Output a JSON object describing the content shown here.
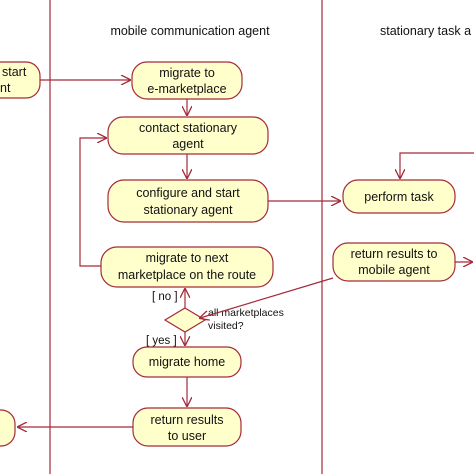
{
  "colors": {
    "node_fill": "#ffffcc",
    "stroke": "#a52a3a",
    "lane_line": "#a52a3a",
    "text": "#111111"
  },
  "lanes": {
    "mobile_title": "mobile communication agent",
    "stationary_title": "stationary task a"
  },
  "nodes": {
    "start_left_line1": "start",
    "start_left_line2": "nt",
    "migrate_line1": "migrate to",
    "migrate_line2": "e-marketplace",
    "contact_line1": "contact stationary",
    "contact_line2": "agent",
    "configure_line1": "configure and start",
    "configure_line2": "stationary agent",
    "next_line1": "migrate to next",
    "next_line2": "marketplace on the route",
    "home": "migrate home",
    "return_user_line1": "return results",
    "return_user_line2": "to user",
    "perform": "perform task",
    "return_mobile_line1": "return results to",
    "return_mobile_line2": "mobile agent"
  },
  "decision": {
    "question_line1": "all marketplaces",
    "question_line2": "visited?",
    "guard_no": "[ no ]",
    "guard_yes": "[ yes ]"
  },
  "icons": {
    "arrowhead": "arrow-head-icon"
  }
}
